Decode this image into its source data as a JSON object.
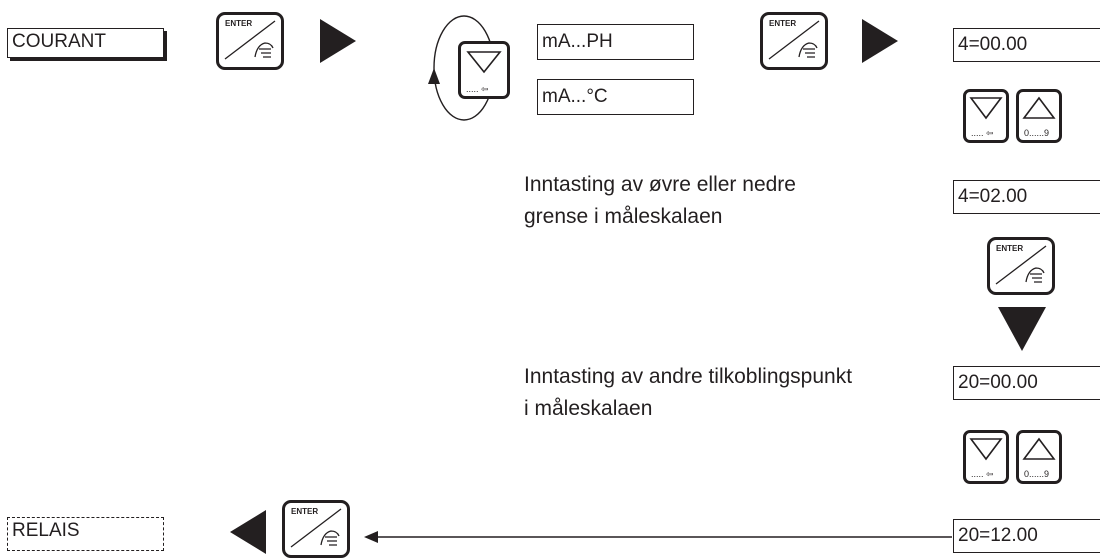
{
  "menu": {
    "courant_label": "COURANT",
    "relais_label": "RELAIS"
  },
  "keys": {
    "enter_label": "ENTER",
    "down_sub": "..... ⇦",
    "up_sub": "0......9"
  },
  "options": [
    "mA...PH",
    "mA...°C"
  ],
  "displays": {
    "step1": "4=00.00",
    "step2": "4=02.00",
    "step3": "20=00.00",
    "step4": "20=12.00"
  },
  "notes": {
    "limit_line1": "Inntasting av øvre eller nedre",
    "limit_line2": "grense i måleskalaen",
    "second_line1": "Inntasting av andre tilkoblingspunkt",
    "second_line2": "i måleskalaen"
  },
  "colors": {
    "ink": "#231f20",
    "background": "#ffffff"
  }
}
